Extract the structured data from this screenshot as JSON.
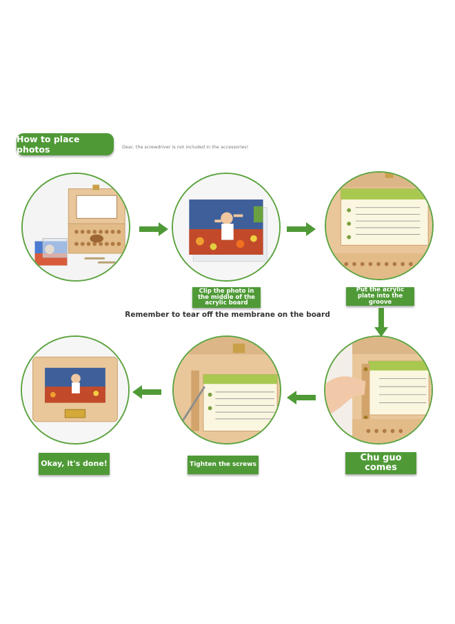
{
  "header": {
    "title": "How to place photos",
    "note": "Dear, the screwdriver is not included in the accessories!"
  },
  "steps": {
    "step2_label": "Clip the photo in the middle of the acrylic board",
    "step3_label": "Put the acrylic plate into the groove",
    "remember": "Remember to tear off the membrane on the board",
    "step4_label": "Chu guo comes",
    "step5_label": "Tighten the screws",
    "step6_label": "Okay, it's done!"
  },
  "colors": {
    "accent_green": "#4f9a37",
    "wood": "#e9c79a"
  }
}
